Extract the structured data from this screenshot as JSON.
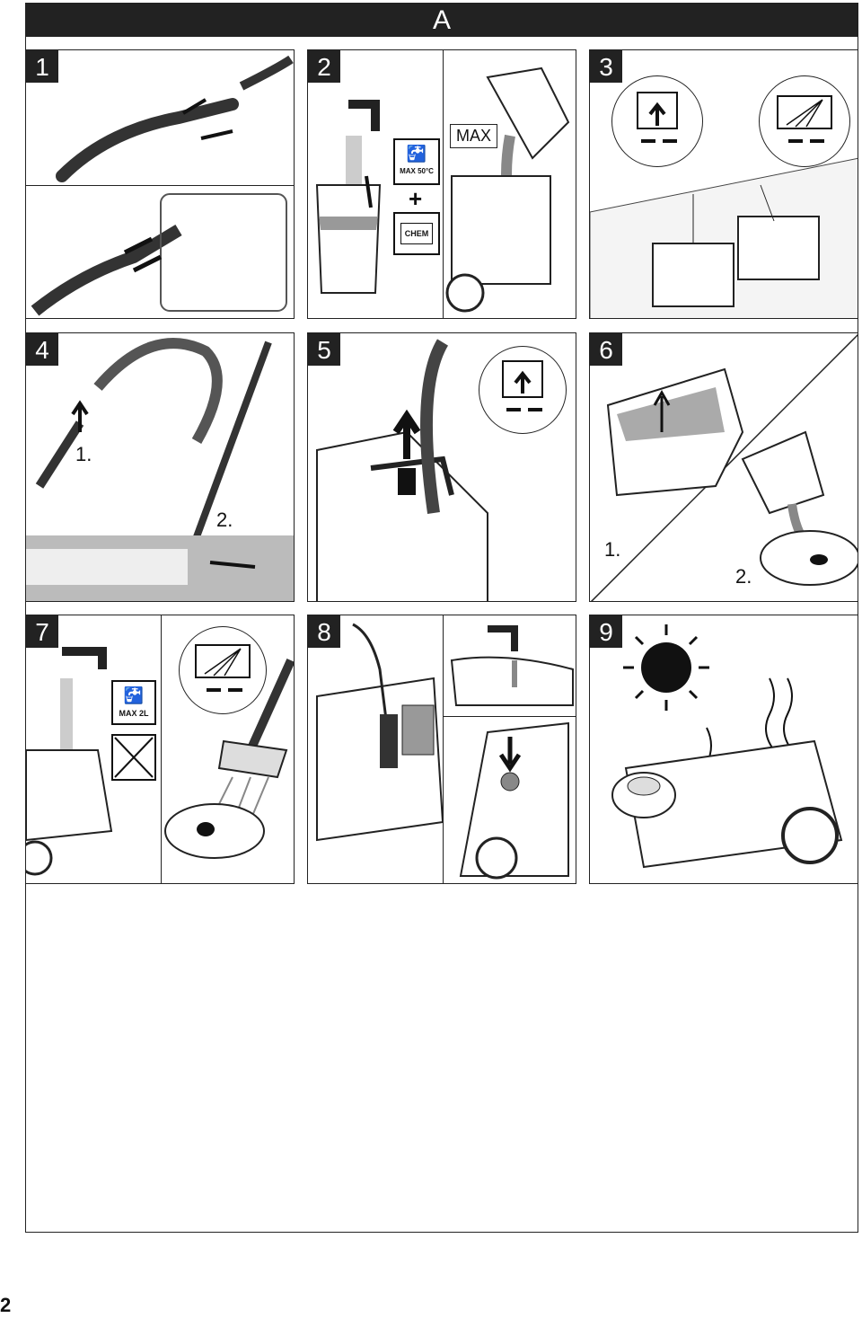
{
  "header": {
    "title": "A"
  },
  "steps": [
    {
      "number": "1"
    },
    {
      "number": "2",
      "labels": {
        "temp": "MAX 50°C",
        "plus": "+",
        "chem": "CHEM",
        "max": "MAX"
      }
    },
    {
      "number": "3"
    },
    {
      "number": "4",
      "labels": {
        "first": "1.",
        "second": "2."
      }
    },
    {
      "number": "5"
    },
    {
      "number": "6",
      "labels": {
        "first": "1.",
        "second": "2."
      }
    },
    {
      "number": "7",
      "labels": {
        "max": "MAX 2L"
      }
    },
    {
      "number": "8"
    },
    {
      "number": "9"
    }
  ],
  "page": {
    "number": "2"
  }
}
